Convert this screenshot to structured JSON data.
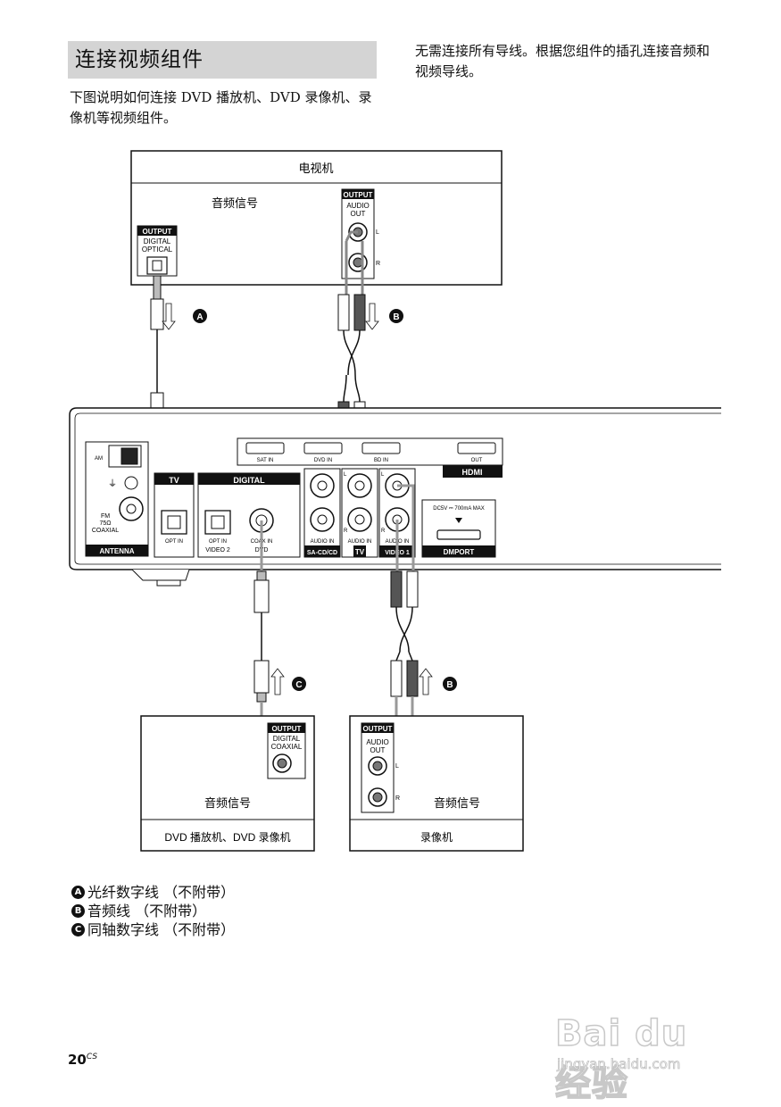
{
  "header": {
    "title": "连接视频组件",
    "intro_left": "下图说明如何连接 DVD 播放机、DVD 录像机、录像机等视频组件。",
    "intro_right": "无需连接所有导线。根据您组件的插孔连接音频和视频导线。"
  },
  "diagram": {
    "tv": {
      "title": "电视机",
      "signal": "音频信号",
      "optical_out": {
        "tag": "OUTPUT",
        "line1": "DIGITAL",
        "line2": "OPTICAL"
      },
      "audio_out": {
        "tag": "OUTPUT",
        "line1": "AUDIO",
        "line2": "OUT",
        "l": "L",
        "r": "R"
      }
    },
    "receiver": {
      "antenna": {
        "am": "AM",
        "fm_line1": "FM",
        "fm_line2": "75Ω",
        "fm_line3": "COAXIAL",
        "label": "ANTENNA"
      },
      "hdmi": {
        "sat_in": "SAT IN",
        "dvd_in": "DVD IN",
        "bd_in": "BD IN",
        "out": "OUT",
        "label": "HDMI"
      },
      "tv_section": {
        "label": "TV",
        "jack": "OPT IN"
      },
      "digital_section": {
        "label": "DIGITAL",
        "opt_in_line1": "OPT IN",
        "opt_in_line2": "VIDEO 2",
        "coax_in_line1": "COAX IN",
        "coax_in_line2": "DVD"
      },
      "audio_in": {
        "sacd": {
          "jack": "AUDIO IN",
          "label": "SA-CD/CD"
        },
        "tv": {
          "jack": "AUDIO IN",
          "label": "TV"
        },
        "video1": {
          "jack": "AUDIO IN",
          "label": "VIDEO 1"
        },
        "l": "L",
        "r": "R"
      },
      "dmport": {
        "spec": "DC5V ⎓ 700mA MAX",
        "label": "DMPORT"
      }
    },
    "dvd_player": {
      "coax_out": {
        "tag": "OUTPUT",
        "line1": "DIGITAL",
        "line2": "COAXIAL"
      },
      "signal": "音频信号",
      "caption": "DVD 播放机、DVD 录像机"
    },
    "vcr": {
      "audio_out": {
        "tag": "OUTPUT",
        "line1": "AUDIO",
        "line2": "OUT",
        "l": "L",
        "r": "R"
      },
      "signal": "音频信号",
      "caption": "录像机"
    },
    "markers": {
      "a": "A",
      "b": "B",
      "c": "C"
    }
  },
  "legend": [
    {
      "badge": "A",
      "text": "光纤数字线 （不附带）"
    },
    {
      "badge": "B",
      "text": "音频线 （不附带）"
    },
    {
      "badge": "C",
      "text": "同轴数字线 （不附带）"
    }
  ],
  "footer": {
    "page": "20",
    "suffix": "CS"
  },
  "watermark": {
    "brand": "Bai du 经验",
    "url": "jingyan.baidu.com"
  }
}
